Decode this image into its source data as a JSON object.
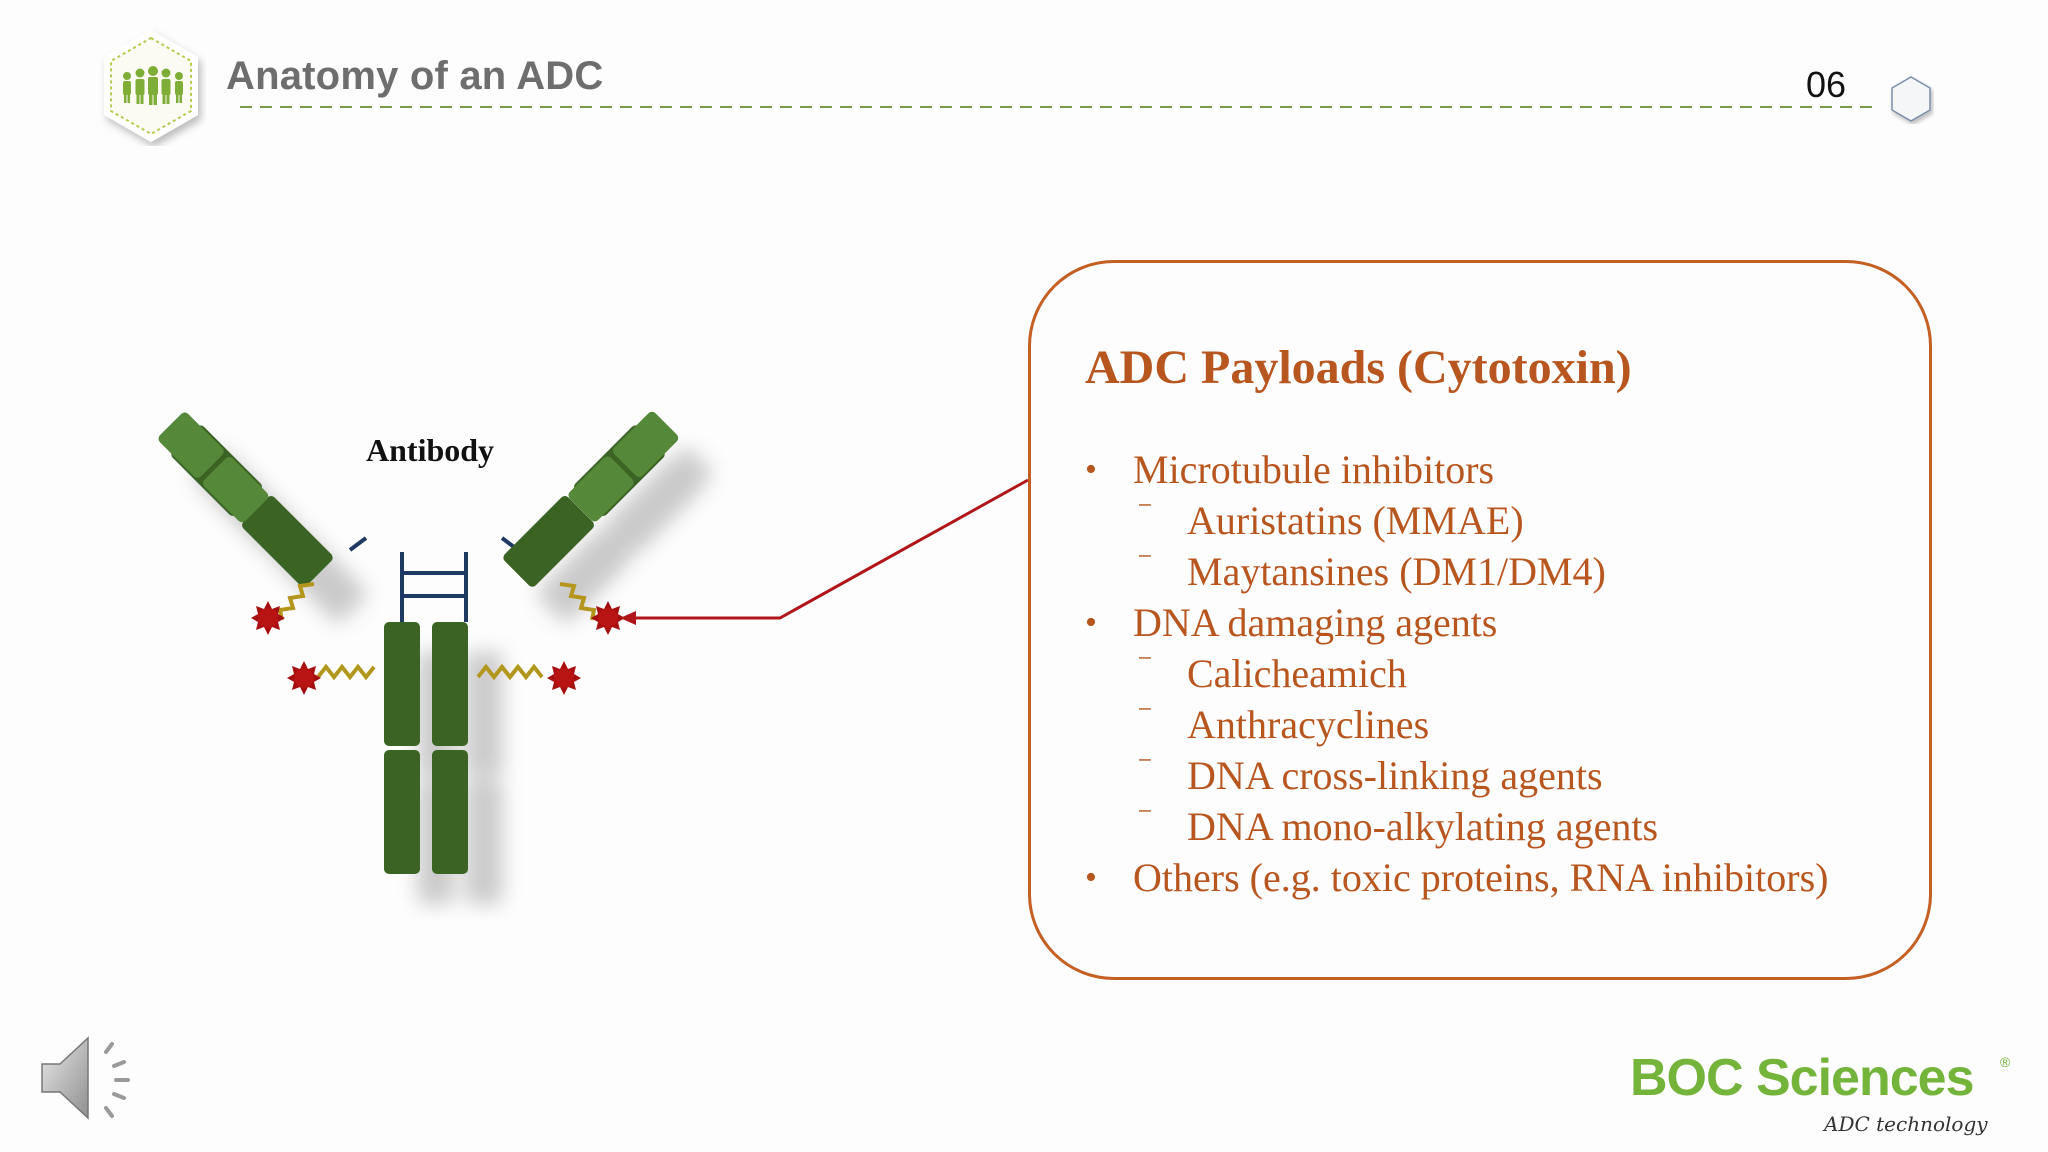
{
  "header": {
    "title": "Anatomy of an ADC",
    "page_number": "06",
    "logo_icon": "people-group-icon"
  },
  "diagram": {
    "antibody_label": "Antibody",
    "colors": {
      "heavy_dark": "#3b6424",
      "light_green": "#56883a",
      "drug": "#a50f0f",
      "linker": "#b5961d",
      "bond": "#1f3a63"
    }
  },
  "payloads": {
    "title": "ADC Payloads (Cytotoxin)",
    "items": [
      {
        "level": 1,
        "text": "Microtubule inhibitors"
      },
      {
        "level": 2,
        "text": "Auristatins (MMAE)"
      },
      {
        "level": 2,
        "text": "Maytansines (DM1/DM4)"
      },
      {
        "level": 1,
        "text": "DNA damaging agents"
      },
      {
        "level": 2,
        "text": "Calicheamich"
      },
      {
        "level": 2,
        "text": "Anthracyclines"
      },
      {
        "level": 2,
        "text": "DNA cross-linking agents"
      },
      {
        "level": 2,
        "text": "DNA mono-alkylating agents"
      },
      {
        "level": 1,
        "text": "Others (e.g. toxic proteins, RNA inhibitors)"
      }
    ],
    "accent_color": "#c46024"
  },
  "footer": {
    "brand_name": "BOC Sciences",
    "brand_tagline": "ADC technology",
    "brand_registered": "®",
    "audio_icon": "speaker-icon",
    "brand_color": "#74b43a"
  }
}
